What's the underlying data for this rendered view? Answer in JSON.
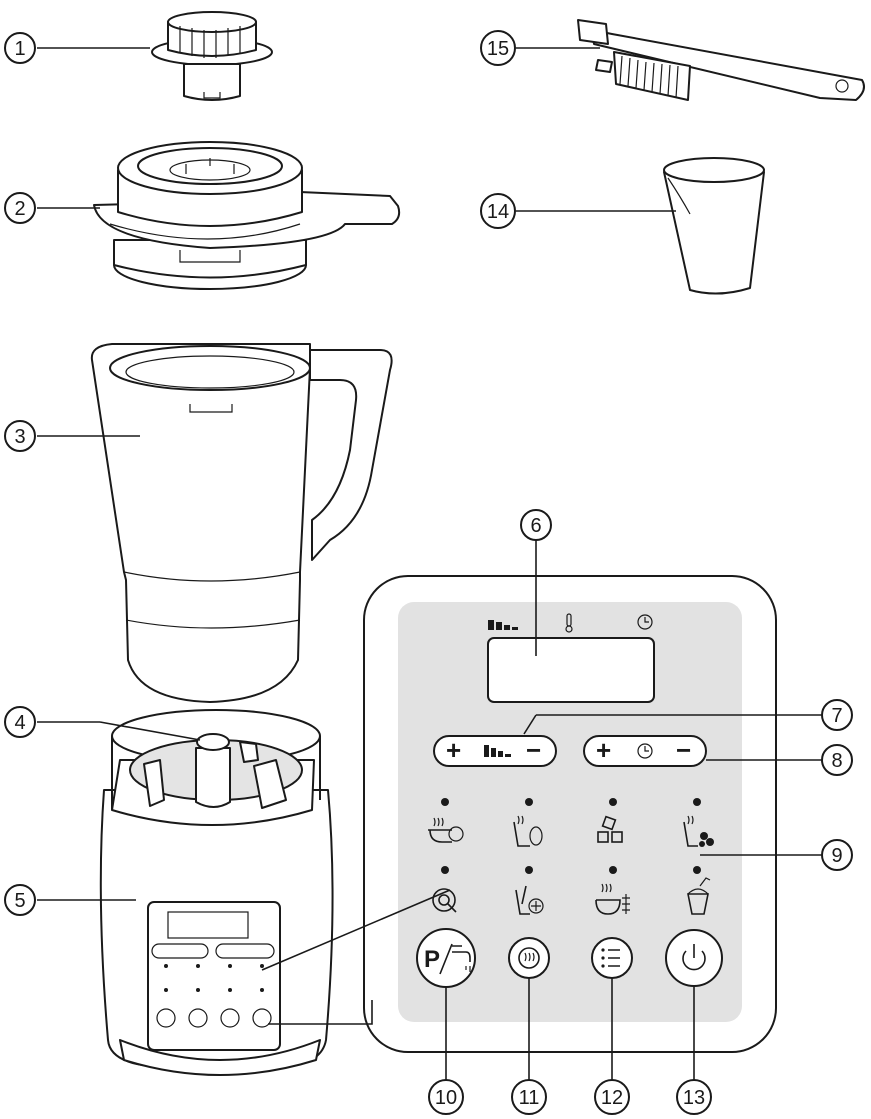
{
  "callouts": [
    {
      "id": 1,
      "text": "1"
    },
    {
      "id": 2,
      "text": "2"
    },
    {
      "id": 3,
      "text": "3"
    },
    {
      "id": 4,
      "text": "4"
    },
    {
      "id": 5,
      "text": "5"
    },
    {
      "id": 6,
      "text": "6"
    },
    {
      "id": 7,
      "text": "7"
    },
    {
      "id": 8,
      "text": "8"
    },
    {
      "id": 9,
      "text": "9"
    },
    {
      "id": 10,
      "text": "10"
    },
    {
      "id": 11,
      "text": "11"
    },
    {
      "id": 12,
      "text": "12"
    },
    {
      "id": 13,
      "text": "13"
    },
    {
      "id": 14,
      "text": "14"
    },
    {
      "id": 15,
      "text": "15"
    }
  ],
  "control_panel": {
    "program_button_text": "P",
    "display_icons": [
      "speed-icon",
      "thermometer-icon",
      "clock-icon"
    ],
    "plus_sign": "+",
    "minus_sign": "−",
    "program_icons": [
      "soup-smooth-icon",
      "soy-milk-icon",
      "ice-crush-icon",
      "nut-milk-icon",
      "pulse-swirl-icon",
      "juice-icon",
      "porridge-grain-icon",
      "smoothie-icon"
    ],
    "buttons": [
      "pulse-rinse-button",
      "keep-warm-button",
      "menu-button",
      "power-button"
    ]
  }
}
